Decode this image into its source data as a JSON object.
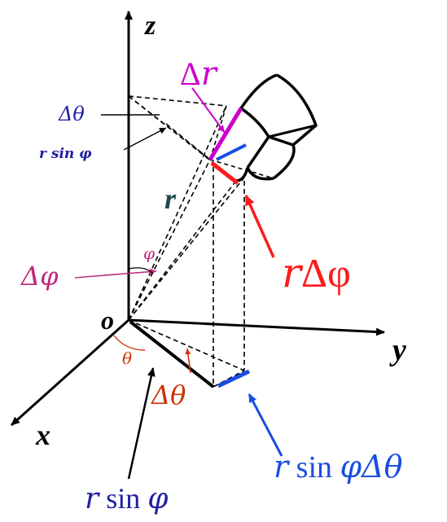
{
  "colors": {
    "axis": "#000000",
    "dashed": "#000000",
    "magenta": "#cc00cc",
    "red": "#ff1a1a",
    "blue": "#1a4de0",
    "dark_blue": "#2020a0",
    "dark_teal": "#1d4a4a",
    "orange_red": "#cc3300",
    "pink_purple": "#c0287a"
  },
  "labels": {
    "axis_z": "z",
    "axis_y": "y",
    "axis_x": "x",
    "origin": "o",
    "r": "r",
    "delta": "Δ",
    "r_letter": "r",
    "delta_theta_top": "Δθ",
    "r_sin_phi_small": "r sin φ",
    "phi_small": "φ",
    "delta_phi_left": "Δφ",
    "r_delta_phi_r": "r",
    "r_delta_phi_rest": "Δφ",
    "theta_small": "θ",
    "delta_theta_bottom": "Δθ",
    "r_sin_phi_bottom_r": "r",
    "r_sin_phi_bottom_sin": " sin ",
    "r_sin_phi_bottom_phi": "φ",
    "r_sin_phi_dtheta_r": "r",
    "r_sin_phi_dtheta_sin": " sin ",
    "r_sin_phi_dtheta_rest": "φΔθ"
  }
}
